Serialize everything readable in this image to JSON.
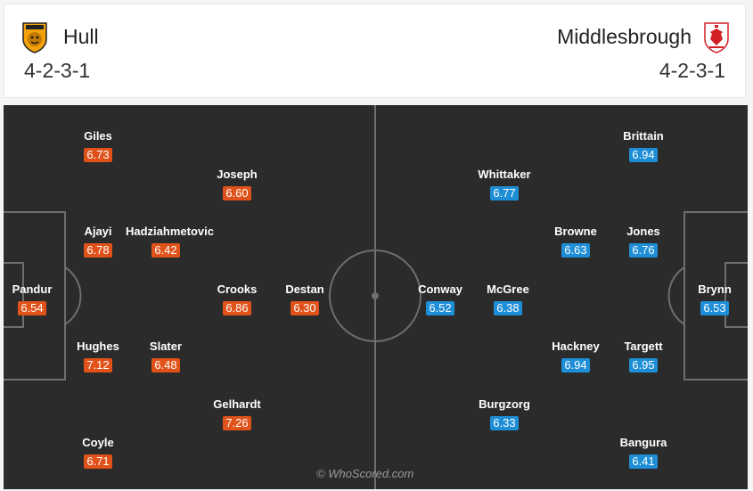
{
  "home": {
    "name": "Hull",
    "formation": "4-2-3-1",
    "color": "#e0521a",
    "players": [
      {
        "name": "Giles",
        "rating": "6.73"
      },
      {
        "name": "Joseph",
        "rating": "6.60"
      },
      {
        "name": "Ajayi",
        "rating": "6.78"
      },
      {
        "name": "Hadziahmetovic",
        "rating": "6.42"
      },
      {
        "name": "Pandur",
        "rating": "6.54"
      },
      {
        "name": "Crooks",
        "rating": "6.86"
      },
      {
        "name": "Destan",
        "rating": "6.30"
      },
      {
        "name": "Hughes",
        "rating": "7.12"
      },
      {
        "name": "Slater",
        "rating": "6.48"
      },
      {
        "name": "Gelhardt",
        "rating": "7.26"
      },
      {
        "name": "Coyle",
        "rating": "6.71"
      }
    ]
  },
  "away": {
    "name": "Middlesbrough",
    "formation": "4-2-3-1",
    "color": "#1e8ed6",
    "players": [
      {
        "name": "Brittain",
        "rating": "6.94"
      },
      {
        "name": "Whittaker",
        "rating": "6.77"
      },
      {
        "name": "Browne",
        "rating": "6.63"
      },
      {
        "name": "Jones",
        "rating": "6.76"
      },
      {
        "name": "Conway",
        "rating": "6.52"
      },
      {
        "name": "McGree",
        "rating": "6.38"
      },
      {
        "name": "Brynn",
        "rating": "6.53"
      },
      {
        "name": "Hackney",
        "rating": "6.94"
      },
      {
        "name": "Targett",
        "rating": "6.95"
      },
      {
        "name": "Burgzorg",
        "rating": "6.33"
      },
      {
        "name": "Bangura",
        "rating": "6.41"
      }
    ]
  },
  "watermark": "© WhoScored.com",
  "icons": {
    "home_crest": "hull-city-crest-icon",
    "away_crest": "middlesbrough-crest-icon"
  }
}
